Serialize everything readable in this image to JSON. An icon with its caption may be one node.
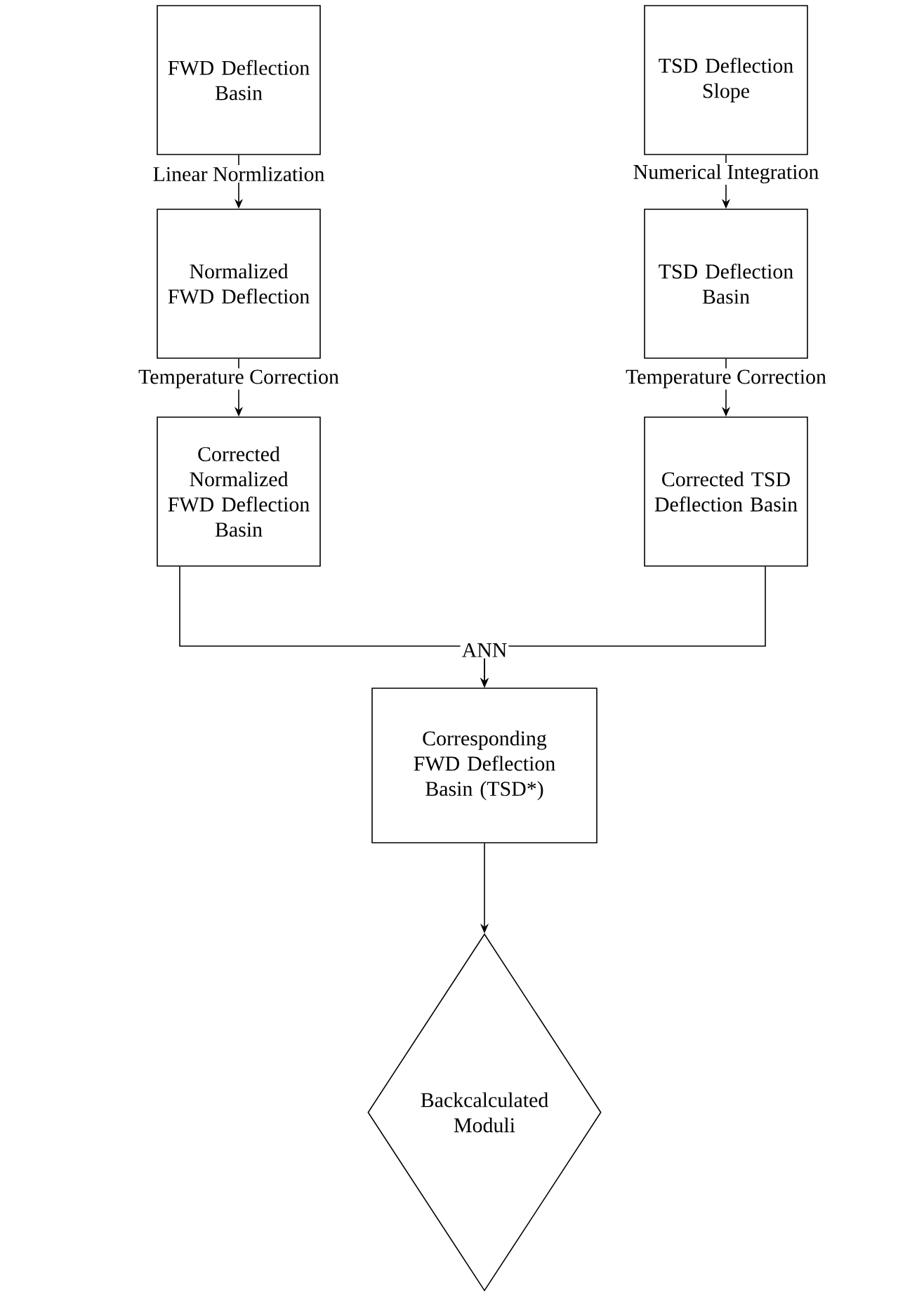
{
  "diagram": {
    "nodes": [
      {
        "text": [
          "FWD Deflection Basin"
        ]
      },
      {
        "text": [
          "Normalized FWD Deflection"
        ]
      },
      {
        "text": [
          "Corrected Normalized FWD Deflection Basin"
        ]
      },
      {
        "text": [
          "TSD Deflection Slope"
        ]
      },
      {
        "text": [
          "TSD Deflection Basin"
        ]
      },
      {
        "text": [
          "Corrected TSD Deflection Basin"
        ]
      },
      {
        "text": [
          "Corresponding FWD Deflection Basin (TSD*)"
        ]
      },
      {
        "text": [
          "Backcalculated Moduli"
        ]
      }
    ],
    "edges": [
      {
        "from": 0,
        "to": 1,
        "arrow": "to",
        "label": "Linear Normlization"
      },
      {
        "from": 1,
        "to": 2,
        "arrow": "to",
        "label": "Temperature Correction"
      },
      {
        "from": 3,
        "to": 4,
        "arrow": "to",
        "label": "Numerical Integration"
      },
      {
        "from": 4,
        "to": 5,
        "arrow": "to",
        "label": "Temperature Correction"
      },
      {
        "from": 2,
        "to": 6,
        "arrow": "to",
        "label": "ANN"
      },
      {
        "from": 5,
        "to": 6,
        "arrow": "to"
      },
      {
        "from": 6,
        "to": 7,
        "arrow": "to"
      }
    ]
  }
}
